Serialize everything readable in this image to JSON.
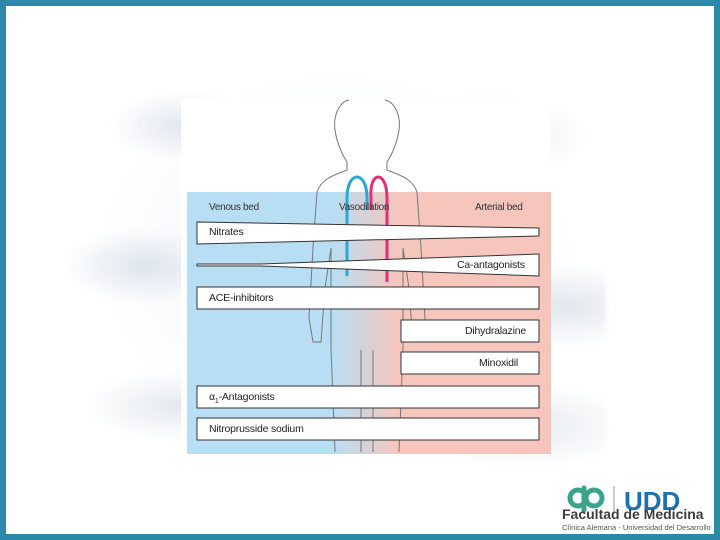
{
  "diagram": {
    "header_venous": "Venous bed",
    "header_vasodilation": "Vasodilation",
    "header_arterial": "Arterial bed",
    "drugs": {
      "nitrates": "Nitrates",
      "ca_antagonists": "Ca-antagonists",
      "ace_inhibitors": "ACE-inhibitors",
      "dihydralazine": "Dihydralazine",
      "minoxidil": "Minoxidil",
      "alpha1_prefix": "α",
      "alpha1_sub": "1",
      "alpha1_suffix": "-Antagonists",
      "nitroprusside": "Nitroprusside sodium"
    }
  },
  "logo": {
    "brand_right": "UDD",
    "title": "Facultad de Medicina",
    "subtitle": "Clínica Alemana - Universidad del Desarrollo"
  },
  "colors": {
    "frame": "#2a8aa8",
    "venous": "#b8def3",
    "arterial": "#f6c6bd",
    "vein": "#29a9d8",
    "artery": "#e0307a",
    "logo_green": "#3aa38a",
    "logo_blue": "#1f6fb5"
  }
}
